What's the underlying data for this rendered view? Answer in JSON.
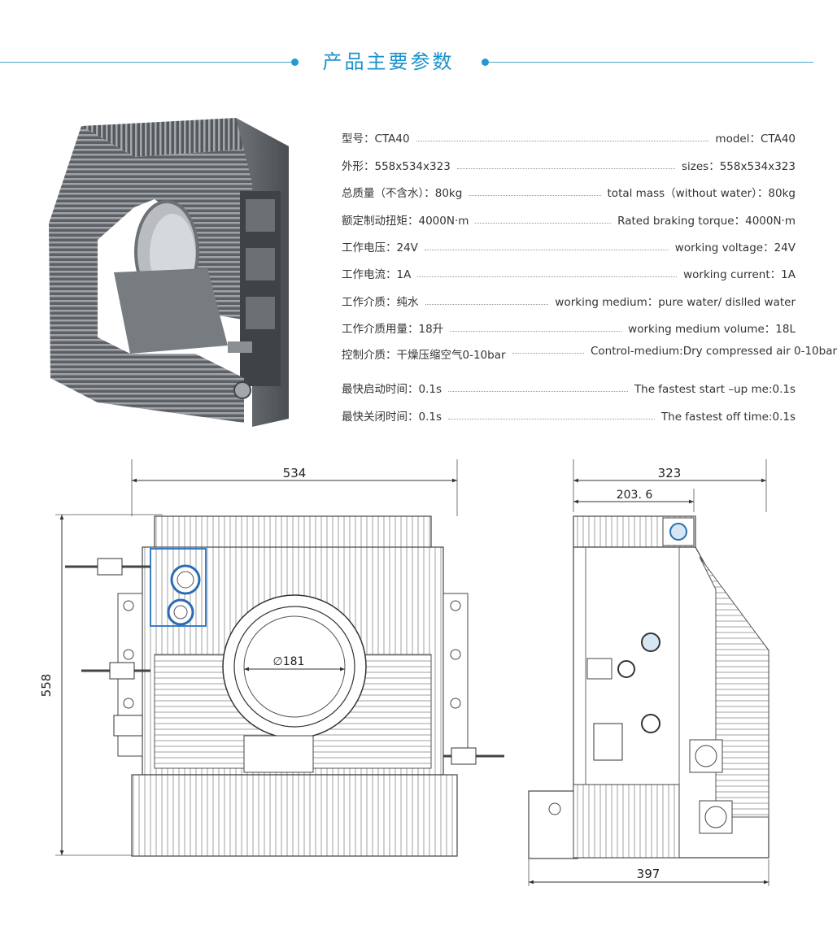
{
  "header": {
    "title": "产品主要参数"
  },
  "specs": [
    {
      "cn": "型号：CTA40",
      "en": "model：CTA40"
    },
    {
      "cn": "外形：558x534x323",
      "en": "sizes：558x534x323"
    },
    {
      "cn": "总质量（不含水）：80kg",
      "en": "total mass（without water）：80kg"
    },
    {
      "cn": "额定制动扭矩：4000N·m",
      "en": "Rated braking torque：4000N·m"
    },
    {
      "cn": "工作电压：24V",
      "en": "working voltage：24V"
    },
    {
      "cn": "工作电流：1A",
      "en": "working current：1A"
    },
    {
      "cn": "工作介质：纯水",
      "en": "working medium：pure water/ dislled water"
    },
    {
      "cn": "工作介质用量：18升",
      "en": "working medium volume：18L"
    },
    {
      "cn": "控制介质：干燥压缩空气0-10bar",
      "en": "Control-medium:Dry compressed air 0-10bar"
    },
    {
      "cn": "最快启动时间：0.1s",
      "en": "The fastest  start –up me:0.1s"
    },
    {
      "cn": "最快关闭时间：0.1s",
      "en": "The fastest off  time:0.1s"
    }
  ],
  "drawing": {
    "front_width": "534",
    "front_height": "558",
    "bore_diameter": "∅181",
    "side_depth": "323",
    "side_offset": "203. 6",
    "side_total": "397"
  },
  "colors": {
    "accent": "#1d93cb",
    "line": "#4ba7cf",
    "body": "#333333"
  }
}
